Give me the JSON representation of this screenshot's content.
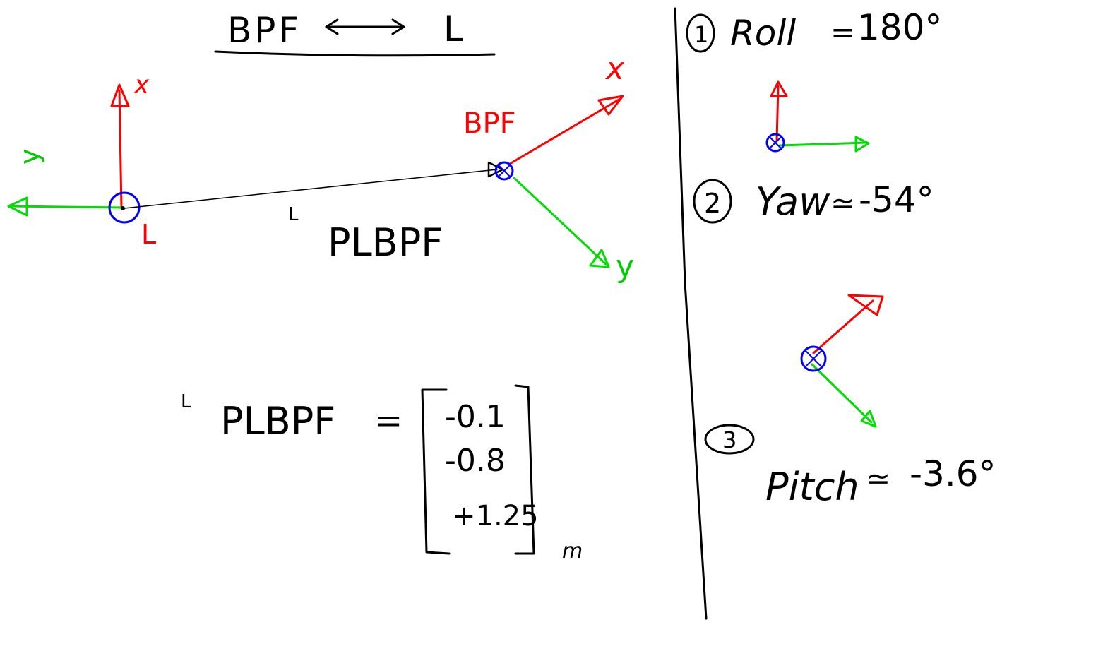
{
  "heading": {
    "left": "BPF",
    "right": "L"
  },
  "frame_L": {
    "name": "L",
    "x_axis": "x",
    "y_axis": "y"
  },
  "frame_BPF": {
    "name": "BPF",
    "x_axis": "x",
    "y_axis": "y"
  },
  "vector": {
    "superscript": "L",
    "symbol": "PLBPF"
  },
  "equation": {
    "superscript": "L",
    "symbol": "PLBPF",
    "equals": "=",
    "values": [
      "-0.1",
      "-0.8",
      "+1.25"
    ],
    "unit": "m"
  },
  "steps": [
    {
      "number": "1",
      "label": "Roll",
      "relation": "=",
      "value": "180°"
    },
    {
      "number": "2",
      "label": "Yaw",
      "relation": "≃",
      "value": "-54°"
    },
    {
      "number": "3",
      "label": "Pitch",
      "relation": "≃",
      "value": "-3.6°"
    }
  ],
  "colors": {
    "ink": "#000000",
    "x_axis": "#ff0000",
    "y_axis": "#00dd00",
    "z_axis": "#0000ff"
  }
}
